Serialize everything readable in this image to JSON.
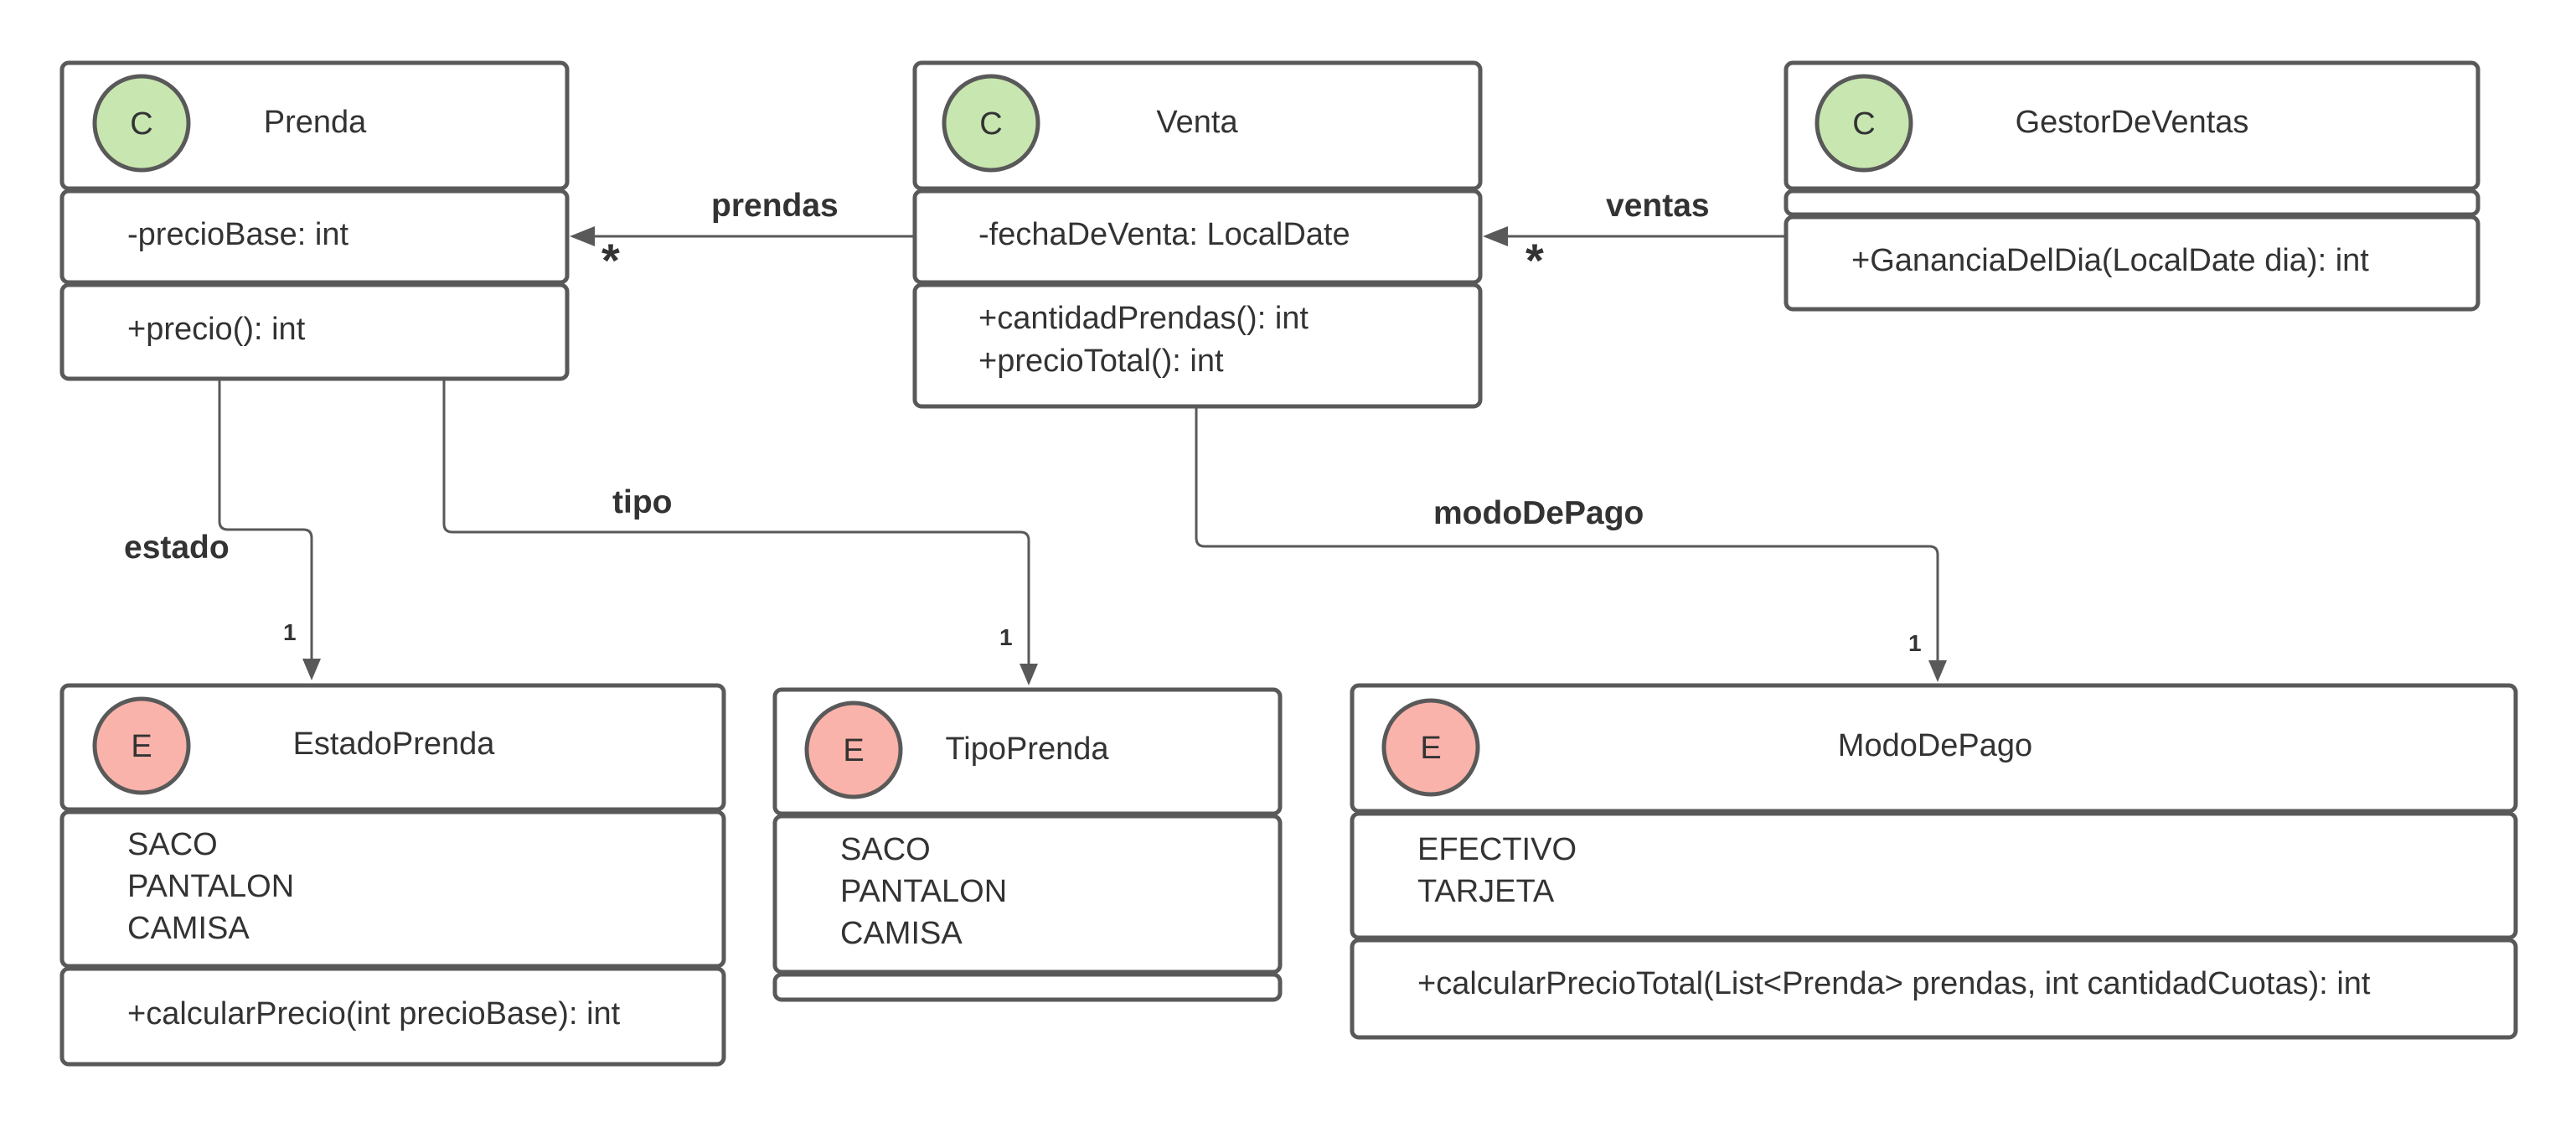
{
  "colors": {
    "class_badge": "#c8e6b0",
    "enum_badge": "#f9b3aa",
    "border": "#595959",
    "text": "#333333"
  },
  "classes": {
    "prenda": {
      "stereotype": "C",
      "name": "Prenda",
      "attributes": [
        "-precioBase: int"
      ],
      "methods": [
        "+precio(): int"
      ]
    },
    "venta": {
      "stereotype": "C",
      "name": "Venta",
      "attributes": [
        "-fechaDeVenta: LocalDate"
      ],
      "methods": [
        "+cantidadPrendas(): int",
        "+precioTotal(): int"
      ]
    },
    "gestor": {
      "stereotype": "C",
      "name": "GestorDeVentas",
      "attributes": [],
      "methods": [
        "+GananciaDelDia(LocalDate dia): int"
      ]
    },
    "estado_prenda": {
      "stereotype": "E",
      "name": "EstadoPrenda",
      "values": [
        "SACO",
        "PANTALON",
        "CAMISA"
      ],
      "methods": [
        "+calcularPrecio(int precioBase): int"
      ]
    },
    "tipo_prenda": {
      "stereotype": "E",
      "name": "TipoPrenda",
      "values": [
        "SACO",
        "PANTALON",
        "CAMISA"
      ],
      "methods": []
    },
    "modo_de_pago": {
      "stereotype": "E",
      "name": "ModoDePago",
      "values": [
        "EFECTIVO",
        "TARJETA"
      ],
      "methods": [
        "+calcularPrecioTotal(List<Prenda> prendas, int cantidadCuotas): int"
      ]
    }
  },
  "associations": {
    "prendas": {
      "label": "prendas",
      "multiplicity": "*"
    },
    "ventas": {
      "label": "ventas",
      "multiplicity": "*"
    },
    "estado": {
      "label": "estado",
      "multiplicity": "1"
    },
    "tipo": {
      "label": "tipo",
      "multiplicity": "1"
    },
    "modo_de_pago": {
      "label": "modoDePago",
      "multiplicity": "1"
    }
  }
}
